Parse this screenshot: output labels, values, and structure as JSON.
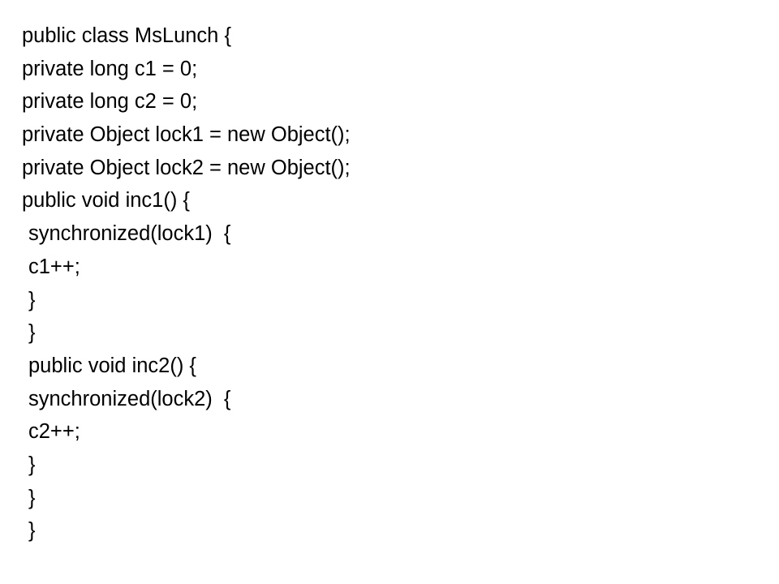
{
  "code": {
    "lines": [
      "public class MsLunch {",
      "private long c1 = 0;",
      "private long c2 = 0;",
      "private Object lock1 = new Object();",
      "private Object lock2 = new Object();",
      "public void inc1() {",
      "synchronized(lock1)  {",
      "c1++;",
      "}",
      "}",
      "public void inc2() {",
      "synchronized(lock2)  {",
      "c2++;",
      "}",
      "}",
      "}"
    ]
  }
}
